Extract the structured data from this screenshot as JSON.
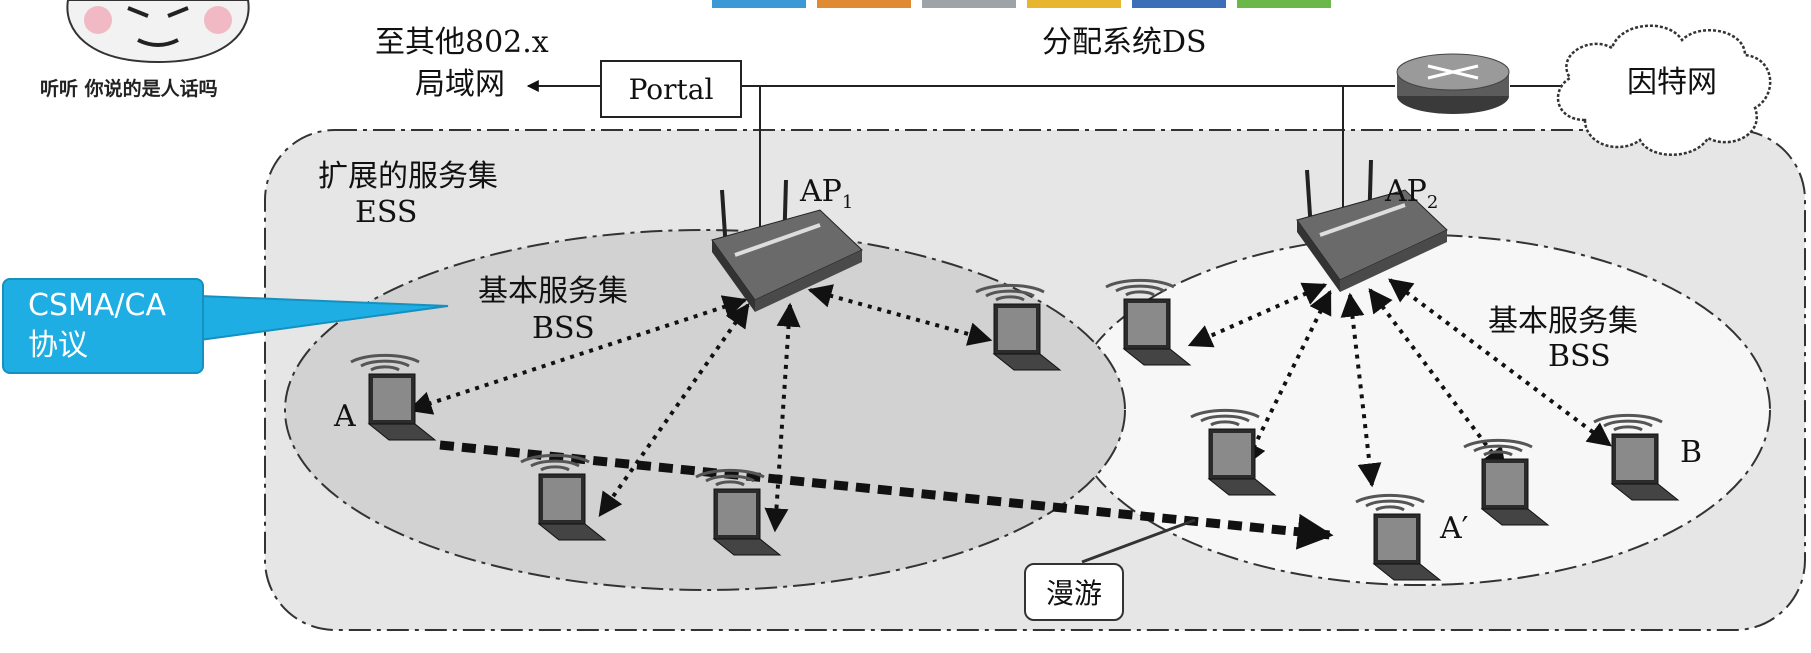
{
  "meme": {
    "caption": "听听 你说的是人话吗"
  },
  "top_color_tabs": [
    "#3b9ad6",
    "#e08a33",
    "#9ea3a8",
    "#e8b62e",
    "#3d6fb8",
    "#6bb84a"
  ],
  "callout": {
    "line1": "CSMA/CA",
    "line2": "协议"
  },
  "labels": {
    "other_lan_line1": "至其他802.x",
    "other_lan_line2": "局域网",
    "portal": "Portal",
    "ds": "分配系统DS",
    "internet": "因特网",
    "ess_line1": "扩展的服务集",
    "ess_line2": "ESS",
    "ap1": "AP",
    "ap1_sub": "1",
    "ap2": "AP",
    "ap2_sub": "2",
    "bss_left_line1": "基本服务集",
    "bss_left_line2": "BSS",
    "bss_right_line1": "基本服务集",
    "bss_right_line2": "BSS",
    "station_a": "A",
    "station_a_prime": "A′",
    "station_b": "B",
    "roaming": "漫游"
  },
  "colors": {
    "ess_fill": "#e6e6e6",
    "bss_left_fill": "#d2d2d2",
    "bss_right_fill": "#f7f7f7",
    "callout_blue": "#1eaee3"
  }
}
